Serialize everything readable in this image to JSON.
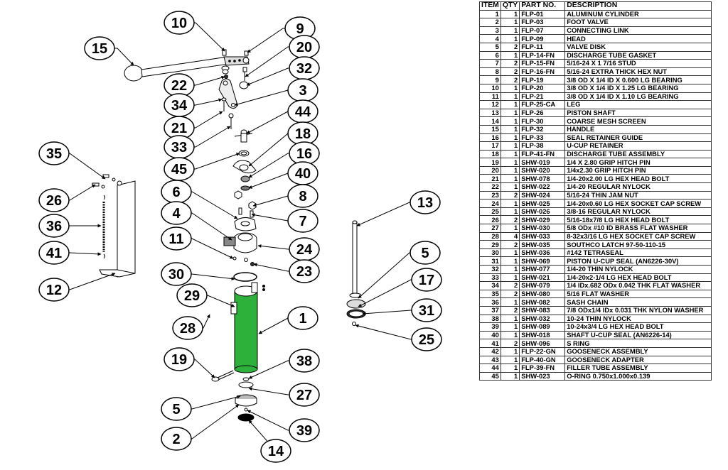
{
  "diagram": {
    "highlight_color": "#2DB13A",
    "callouts": [
      "1",
      "2",
      "3",
      "4",
      "5",
      "5",
      "6",
      "7",
      "8",
      "9",
      "10",
      "11",
      "12",
      "13",
      "14",
      "15",
      "16",
      "17",
      "18",
      "19",
      "20",
      "21",
      "22",
      "23",
      "24",
      "25",
      "26",
      "27",
      "28",
      "29",
      "30",
      "31",
      "32",
      "33",
      "34",
      "35",
      "36",
      "38",
      "39",
      "40",
      "41",
      "44",
      "45"
    ],
    "highlighted_part": "1"
  },
  "bom": {
    "headers": {
      "item": "ITEM",
      "qty": "QTY",
      "part_no": "PART NO.",
      "description": "DESCRIPTION"
    },
    "rows": [
      {
        "item": "1",
        "qty": "1",
        "part_no": "FLP-01",
        "description": "ALUMINUM CYLINDER"
      },
      {
        "item": "2",
        "qty": "1",
        "part_no": "FLP-03",
        "description": "FOOT VALVE"
      },
      {
        "item": "3",
        "qty": "1",
        "part_no": "FLP-07",
        "description": "CONNECTING LINK"
      },
      {
        "item": "4",
        "qty": "1",
        "part_no": "FLP-09",
        "description": "HEAD"
      },
      {
        "item": "5",
        "qty": "2",
        "part_no": "FLP-11",
        "description": "VALVE DISK"
      },
      {
        "item": "6",
        "qty": "1",
        "part_no": "FLP-14-FN",
        "description": "DISCHARGE TUBE GASKET"
      },
      {
        "item": "7",
        "qty": "2",
        "part_no": "FLP-15-FN",
        "description": "5/16-24 X 1 7/16 STUD"
      },
      {
        "item": "8",
        "qty": "2",
        "part_no": "FLP-16-FN",
        "description": "5/16-24 EXTRA THICK HEX NUT"
      },
      {
        "item": "9",
        "qty": "2",
        "part_no": "FLP-19",
        "description": "3/8 OD X 1/4 ID X 0.600 LG BEARING"
      },
      {
        "item": "10",
        "qty": "1",
        "part_no": "FLP-20",
        "description": "3/8 OD X 1/4 ID X 1.25 LG BEARING"
      },
      {
        "item": "11",
        "qty": "1",
        "part_no": "FLP-21",
        "description": "3/8 OD X 1/4 ID X 1.10 LG BEARING"
      },
      {
        "item": "12",
        "qty": "1",
        "part_no": "FLP-25-CA",
        "description": "LEG"
      },
      {
        "item": "13",
        "qty": "1",
        "part_no": "FLP-26",
        "description": "PISTON SHAFT"
      },
      {
        "item": "14",
        "qty": "1",
        "part_no": "FLP-30",
        "description": "COARSE MESH SCREEN"
      },
      {
        "item": "15",
        "qty": "1",
        "part_no": "FLP-32",
        "description": "HANDLE"
      },
      {
        "item": "16",
        "qty": "1",
        "part_no": "FLP-33",
        "description": "SEAL RETAINER GUIDE"
      },
      {
        "item": "17",
        "qty": "1",
        "part_no": "FLP-38",
        "description": "U-CUP RETAINER"
      },
      {
        "item": "18",
        "qty": "1",
        "part_no": "FLP-41-FN",
        "description": "DISCHARGE TUBE ASSEMBLY"
      },
      {
        "item": "19",
        "qty": "1",
        "part_no": "SHW-019",
        "description": "1/4 X 2.80 GRIP HITCH PIN"
      },
      {
        "item": "20",
        "qty": "1",
        "part_no": "SHW-020",
        "description": "1/4x2.30 GRIP HITCH PIN"
      },
      {
        "item": "21",
        "qty": "1",
        "part_no": "SHW-078",
        "description": "1/4-20x2.00 LG HEX HEAD BOLT"
      },
      {
        "item": "22",
        "qty": "1",
        "part_no": "SHW-022",
        "description": "1/4-20 REGULAR NYLOCK"
      },
      {
        "item": "23",
        "qty": "2",
        "part_no": "SHW-024",
        "description": "5/16-24 THIN JAM NUT"
      },
      {
        "item": "24",
        "qty": "1",
        "part_no": "SHW-025",
        "description": "1/4-20x0.60 LG HEX SOCKET CAP SCREW"
      },
      {
        "item": "25",
        "qty": "1",
        "part_no": "SHW-026",
        "description": "3/8-16 REGULAR NYLOCK"
      },
      {
        "item": "26",
        "qty": "2",
        "part_no": "SHW-029",
        "description": "5/16-18x7/8 LG HEX HEAD BOLT"
      },
      {
        "item": "27",
        "qty": "1",
        "part_no": "SHW-030",
        "description": "5/8 ODx #10 ID BRASS FLAT WASHER"
      },
      {
        "item": "28",
        "qty": "4",
        "part_no": "SHW-033",
        "description": "8-32x3/16 LG HEX SOCKET CAP SCREW"
      },
      {
        "item": "29",
        "qty": "2",
        "part_no": "SHW-035",
        "description": "SOUTHCO LATCH 97-50-110-15"
      },
      {
        "item": "30",
        "qty": "1",
        "part_no": "SHW-036",
        "description": "#142 TETRASEAL"
      },
      {
        "item": "31",
        "qty": "1",
        "part_no": "SHW-069",
        "description": "PISTON U-CUP SEAL (AN6226-30V)"
      },
      {
        "item": "32",
        "qty": "1",
        "part_no": "SHW-077",
        "description": "1/4-20 THIN NYLOCK"
      },
      {
        "item": "33",
        "qty": "1",
        "part_no": "SHW-021",
        "description": "1/4-20x2-1/4 LG HEX HEAD BOLT"
      },
      {
        "item": "34",
        "qty": "2",
        "part_no": "SHW-079",
        "description": "1/4 IDx.682 ODx 0.042 THK FLAT WASHER"
      },
      {
        "item": "35",
        "qty": "2",
        "part_no": "SHW-080",
        "description": "5/16 FLAT WASHER"
      },
      {
        "item": "36",
        "qty": "1",
        "part_no": "SHW-082",
        "description": "SASH CHAIN"
      },
      {
        "item": "37",
        "qty": "2",
        "part_no": "SHW-083",
        "description": "7/8 ODx1/4 IDx 0.031 THK NYLON WASHER"
      },
      {
        "item": "38",
        "qty": "1",
        "part_no": "SHW-032",
        "description": "10-24 THIN NYLOCK"
      },
      {
        "item": "39",
        "qty": "1",
        "part_no": "SHW-089",
        "description": "10-24x3/4 LG HEX HEAD BOLT"
      },
      {
        "item": "40",
        "qty": "1",
        "part_no": "SHW-018",
        "description": "SHAFT U-CUP SEAL (AN6226-14)"
      },
      {
        "item": "41",
        "qty": "2",
        "part_no": "SHW-096",
        "description": "S RING"
      },
      {
        "item": "42",
        "qty": "1",
        "part_no": "FLP-22-GN",
        "description": "GOOSENECK ASSEMBLY"
      },
      {
        "item": "43",
        "qty": "1",
        "part_no": "FLP-40-GN",
        "description": "GOOSENECK ADAPTER"
      },
      {
        "item": "44",
        "qty": "1",
        "part_no": "FLP-39-FN",
        "description": "FILLER TUBE ASSEMBLY"
      },
      {
        "item": "45",
        "qty": "1",
        "part_no": "SHW-023",
        "description": "O-RING 0.750x1.000x0.139"
      }
    ]
  }
}
